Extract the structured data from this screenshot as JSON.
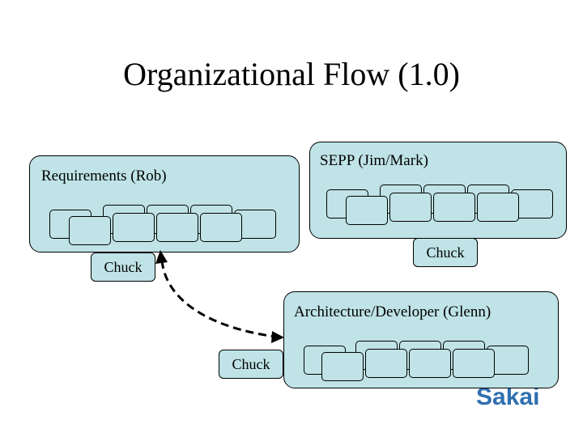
{
  "slide": {
    "title": "Organizational Flow (1.0)"
  },
  "groups": {
    "requirements": {
      "label": "Requirements (Rob)"
    },
    "sepp": {
      "label": "SEPP (Jim/Mark)"
    },
    "architecture": {
      "label": "Architecture/Developer (Glenn)"
    }
  },
  "liaisons": {
    "requirements_chuck": "Chuck",
    "sepp_chuck": "Chuck",
    "architecture_chuck": "Chuck"
  },
  "colors": {
    "box_fill": "#bfe3e6",
    "border": "#000000",
    "logo_blue": "#2f6fb0",
    "logo_light": "#7fb3de"
  },
  "logo": {
    "name": "sakai-logo",
    "text": "Sakai"
  }
}
